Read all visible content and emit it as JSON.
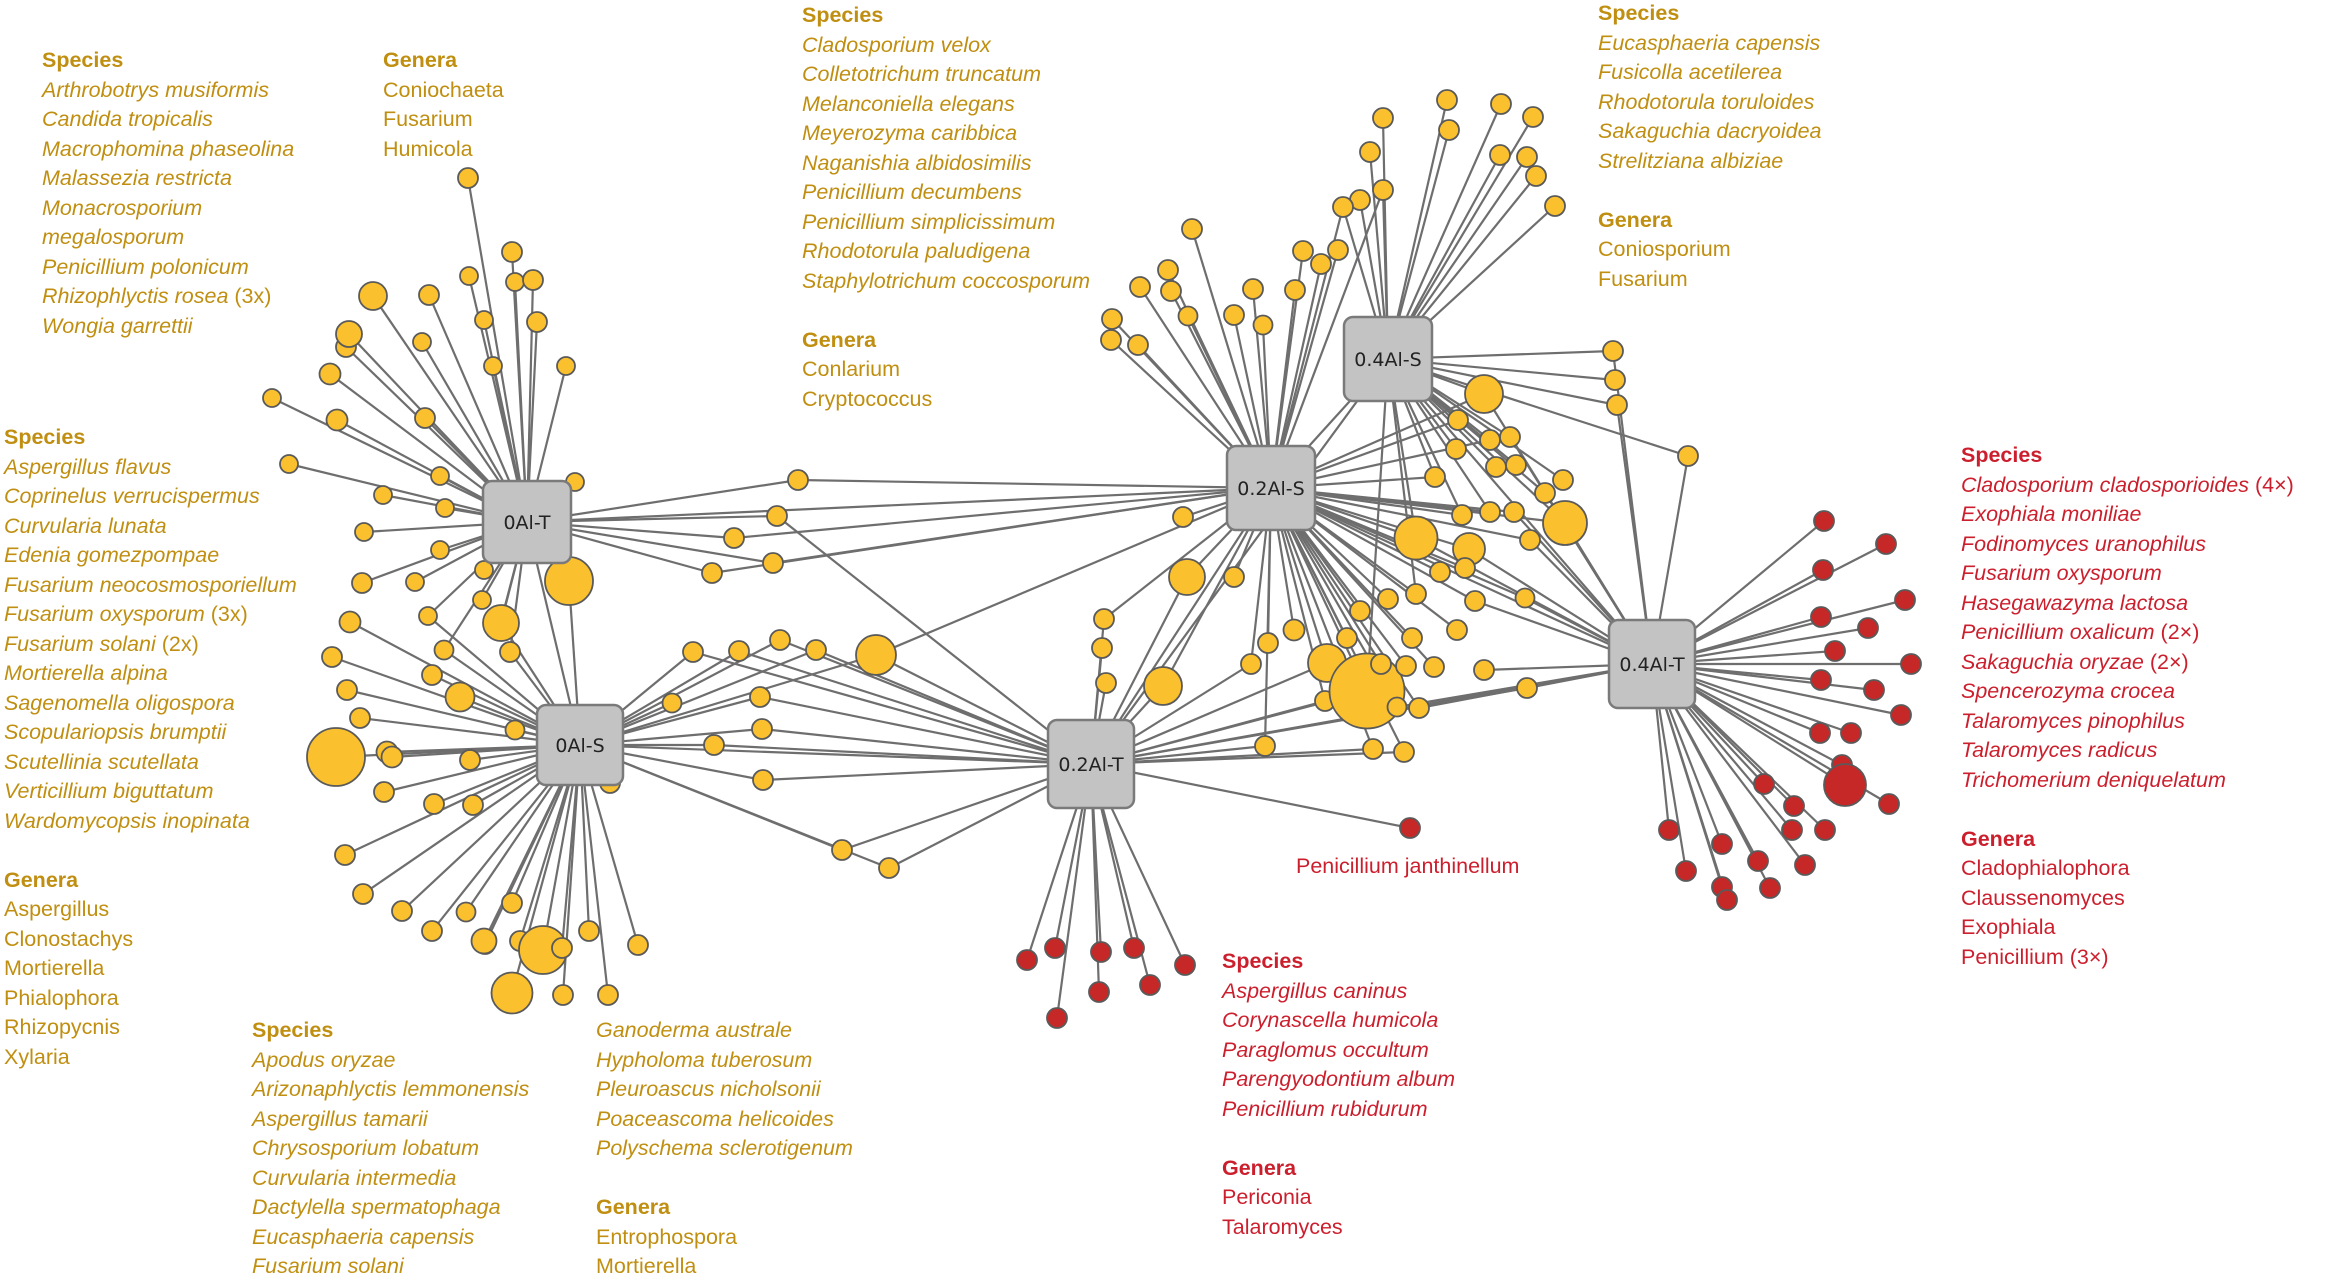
{
  "colors": {
    "yellow": "#fbc02d",
    "red": "#c62828",
    "gold_text": "#c08f11",
    "red_text": "#cc1f2d",
    "hub": "#c3c3c3"
  },
  "hubs": [
    {
      "id": "0AlT",
      "label": "0Al-T"
    },
    {
      "id": "0AlS",
      "label": "0Al-S"
    },
    {
      "id": "02AlS",
      "label": "0.2Al-S"
    },
    {
      "id": "04AlS",
      "label": "0.4Al-S"
    },
    {
      "id": "02AlT",
      "label": "0.2Al-T"
    },
    {
      "id": "04AlT",
      "label": "0.4Al-T"
    }
  ],
  "labels": {
    "top_left": {
      "species_heading": "Species",
      "species": [
        "Arthrobotrys musiformis",
        "Candida tropicalis",
        "Macrophomina phaseolina",
        "Malassezia restricta",
        "Monacrosporium",
        "megalosporum",
        "Penicillium polonicum"
      ],
      "species_multi": [
        {
          "name": "Rhizophlyctis rosea",
          "suffix": " (3x)"
        }
      ],
      "species_last": "Wongia garrettii",
      "genera_heading": "Genera",
      "genera": [
        "Coniochaeta",
        "Fusarium",
        "Humicola"
      ]
    },
    "left": {
      "species_heading": "Species",
      "species_a": [
        "Aspergillus flavus",
        "Coprinelus verrucispermus",
        "Curvularia lunata",
        "Edenia gomezpompae",
        "Fusarium neocosmosporiellum"
      ],
      "fox": "Fusarium oxysporum",
      "fox_suffix": " (3x)",
      "fso": "Fusarium solani",
      "fso_suffix": " (2x)",
      "species_b": [
        "Mortierella alpina",
        "Sagenomella oligospora",
        "Scopulariopsis brumptii",
        "Scutellinia scutellata",
        "Verticillium biguttatum",
        "Wardomycopsis inopinata"
      ],
      "genera_heading": "Genera",
      "genera": [
        "Aspergillus",
        "Clonostachys",
        "Mortierella",
        "Phialophora",
        "Rhizopycnis",
        "Xylaria"
      ]
    },
    "top_mid": {
      "species_heading": "Species",
      "species": [
        "Cladosporium velox",
        "Colletotrichum truncatum",
        "Melanconiella elegans",
        "Meyerozyma caribbica",
        "Naganishia albidosimilis",
        "Penicillium decumbens",
        "Penicillium simplicissimum",
        "Rhodotorula paludigena",
        "Staphylotrichum coccosporum"
      ],
      "genera_heading": "Genera",
      "genera": [
        "Conlarium",
        "Cryptococcus"
      ]
    },
    "top_right": {
      "species_heading": "Species",
      "species": [
        "Eucasphaeria capensis",
        "Fusicolla acetilerea",
        "Rhodotorula toruloides",
        "Sakaguchia dacryoidea",
        "Strelitziana albiziae"
      ],
      "genera_heading": "Genera",
      "genera": [
        "Coniosporium",
        "Fusarium"
      ]
    },
    "bottom_left": {
      "species_heading": "Species",
      "species": [
        "Apodus oryzae",
        "Arizonaphlyctis lemmonensis",
        "Aspergillus tamarii",
        "Chrysosporium lobatum",
        "Curvularia intermedia",
        "Dactylella spermatophaga",
        "Eucasphaeria capensis",
        "Fusarium solani"
      ]
    },
    "bottom_mid": {
      "species": [
        "Ganoderma australe",
        "Hypholoma tuberosum",
        "Pleuroascus nicholsonii",
        "Poaceascoma helicoides",
        "Polyschema sclerotigenum"
      ],
      "genera_heading": "Genera",
      "genera": [
        "Entrophospora",
        "Mortierella"
      ]
    },
    "bottom_red": {
      "species_heading": "Species",
      "species": [
        "Aspergillus caninus",
        "Corynascella humicola",
        "Paraglomus occultum",
        "Parengyodontium album",
        "Penicillium rubidurum"
      ],
      "genera_heading": "Genera",
      "genera": [
        "Periconia",
        "Talaromyces"
      ]
    },
    "center_red": {
      "text": "Penicillium janthinellum"
    },
    "right_red": {
      "species_heading": "Species",
      "cc": "Cladosporium cladosporioides",
      "cc_suffix": " (4×)",
      "species_a": [
        "Exophiala moniliae",
        "Fodinomyces uranophilus",
        "Fusarium oxysporum",
        "Hasegawazyma lactosa"
      ],
      "po": "Penicillium oxalicum",
      "po_suffix": " (2×)",
      "so": "Sakaguchia oryzae",
      "so_suffix": " (2×)",
      "species_b": [
        "Spencerozyma crocea",
        "Talaromyces pinophilus",
        "Talaromyces radicus",
        "Trichomerium deniquelatum"
      ],
      "genera_heading": "Genera",
      "genera": [
        "Cladophialophora",
        "Claussenomyces",
        "Exophiala"
      ],
      "pen": "Penicillium",
      "pen_suffix": " (3×)"
    }
  }
}
